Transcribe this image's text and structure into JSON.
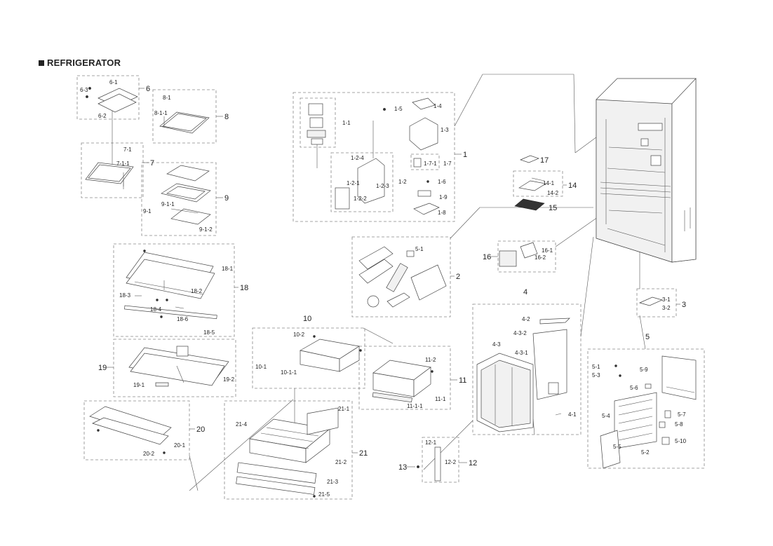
{
  "header": {
    "title": "REFRIGERATOR"
  },
  "labels": {
    "p6": "6",
    "p6_1": "6-1",
    "p6_2": "6-2",
    "p6_3": "6-3",
    "p8": "8",
    "p8_1": "8-1",
    "p8_1_1": "8-1-1",
    "p7": "7",
    "p7_1": "7-1",
    "p7_1_1": "7-1-1",
    "p9": "9",
    "p9_1": "9-1",
    "p9_1_1": "9-1-1",
    "p9_1_2": "9-1-2",
    "p18": "18",
    "p18_1": "18-1",
    "p18_2": "18-2",
    "p18_3": "18-3",
    "p18_4": "18-4",
    "p18_5": "18-5",
    "p18_6": "18-6",
    "p19": "19",
    "p19_1": "19-1",
    "p19_2": "19-2",
    "p20": "20",
    "p20_1": "20-1",
    "p20_2": "20-2",
    "p1": "1",
    "p1_1": "1-1",
    "p1_2": "1-2",
    "p1_2_1": "1-2-1",
    "p1_2_2": "1-2-2",
    "p1_2_3": "1-2-3",
    "p1_2_4": "1-2-4",
    "p1_3": "1-3",
    "p1_4": "1-4",
    "p1_5": "1-5",
    "p1_6": "1-6",
    "p1_7": "1-7",
    "p1_7_1": "1-7-1",
    "p1_8": "1-8",
    "p1_9": "1-9",
    "p2": "2",
    "p5_1a": "5-1",
    "p10": "10",
    "p10_1": "10-1",
    "p10_1_1": "10-1-1",
    "p10_2": "10-2",
    "p11": "11",
    "p11_1": "11-1",
    "p11_1_1": "11-1-1",
    "p11_2": "11-2",
    "p21": "21",
    "p21_1": "21-1",
    "p21_2": "21-2",
    "p21_3": "21-3",
    "p21_4": "21-4",
    "p21_5": "21-5",
    "p12": "12",
    "p12_1": "12-1",
    "p12_2": "12-2",
    "p13": "13",
    "p4": "4",
    "p4_1": "4-1",
    "p4_2": "4-2",
    "p4_3": "4-3",
    "p4_3_1": "4-3-1",
    "p4_3_2": "4-3-2",
    "p16": "16",
    "p16_1": "16-1",
    "p16_2": "16-2",
    "p17": "17",
    "p14": "14",
    "p14_1": "14-1",
    "p14_2": "14-2",
    "p15": "15",
    "p3": "3",
    "p3_1": "3-1",
    "p3_2": "3-2",
    "p5": "5",
    "p5_1": "5-1",
    "p5_2": "5-2",
    "p5_3": "5-3",
    "p5_4": "5-4",
    "p5_5": "5-5",
    "p5_6": "5-6",
    "p5_7": "5-7",
    "p5_8": "5-8",
    "p5_9": "5-9",
    "p5_10": "5-10"
  }
}
